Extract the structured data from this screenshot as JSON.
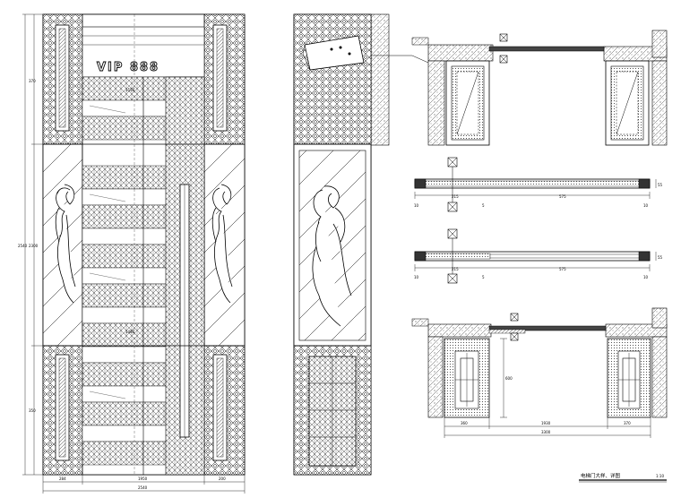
{
  "sign": {
    "text": "VIP 888"
  },
  "dimensions": {
    "left_elevation_bottom": [
      "284",
      "1950",
      "200"
    ],
    "left_elevation_total": "2540",
    "left_elevation_side": [
      "370",
      "2300",
      "350",
      "2540"
    ],
    "inner_door": [
      "1550",
      "1480"
    ],
    "section_1": [
      "10",
      "5",
      "215",
      "575",
      "10",
      "55"
    ],
    "section_2": [
      "10",
      "5",
      "215",
      "575",
      "10",
      "55"
    ],
    "plan_bottom": [
      "360",
      "1930",
      "370"
    ],
    "plan_bottom_total": "3300",
    "plan_side": "600"
  },
  "drawing_title": {
    "name": "电梯门大样、详图",
    "scale": "1:10"
  },
  "colors": {
    "ink": "#000000",
    "paper": "#ffffff"
  }
}
